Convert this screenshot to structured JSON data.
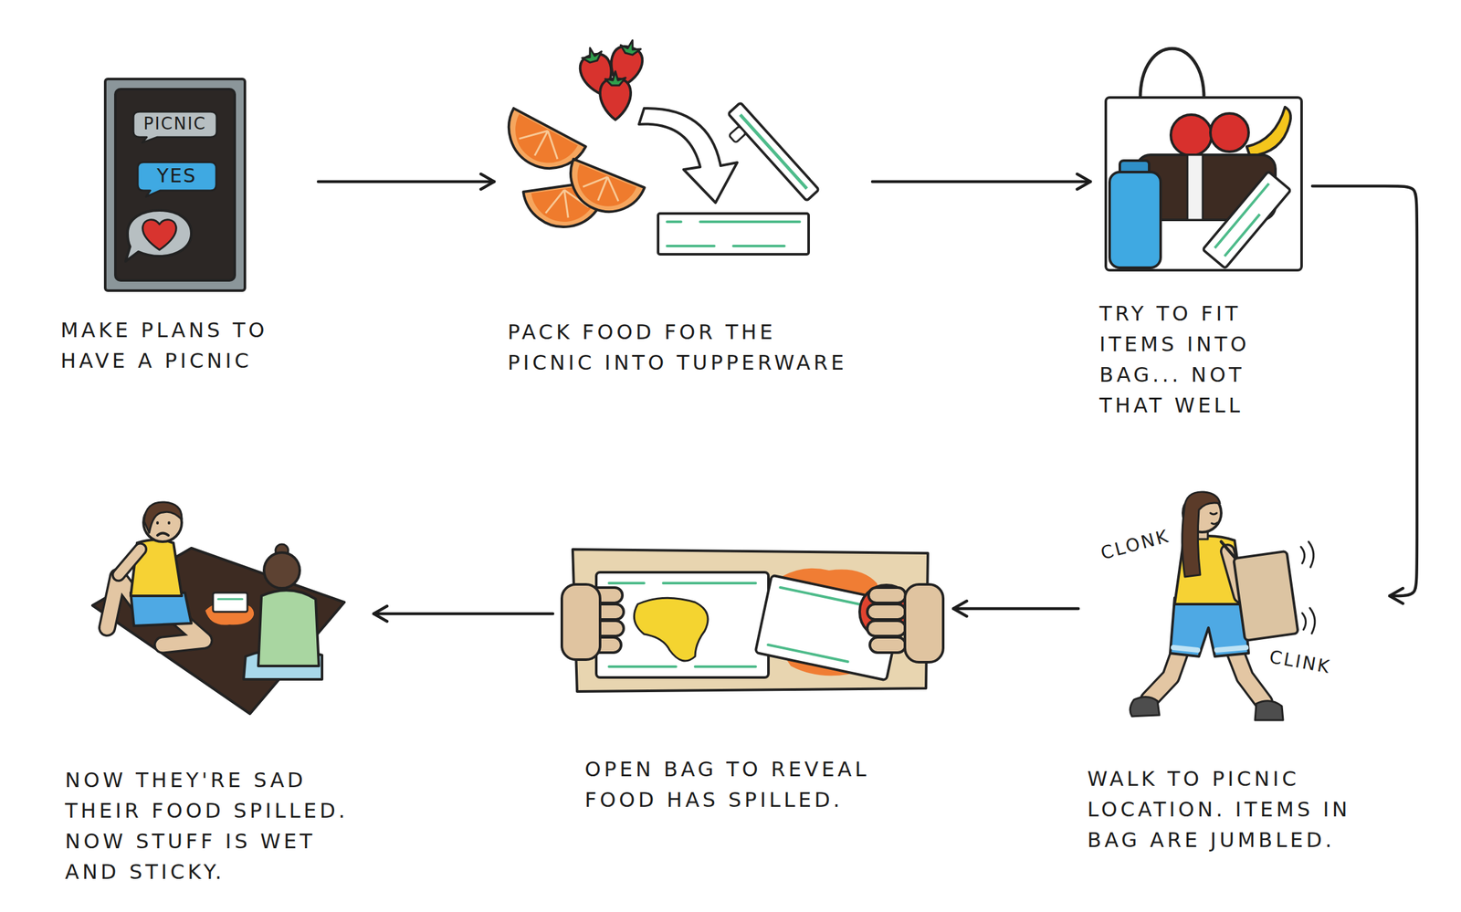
{
  "diagram": {
    "nodes": [
      {
        "text": [
          "MAKE PLANS TO HAVE A PICNIC"
        ]
      },
      {
        "text": [
          "PICNIC"
        ],
        "in": 0
      },
      {
        "text": [
          "YES"
        ],
        "in": 0
      },
      {
        "text": [
          "PACK FOOD FOR THE PICNIC INTO TUPPERWARE"
        ]
      },
      {
        "text": [
          "TRY TO FIT ITEMS INTO BAG... NOT THAT WELL"
        ]
      },
      {
        "text": [
          "WALK TO PICNIC LOCATION. ITEMS IN BAG ARE JUMBLED."
        ]
      },
      {
        "text": [
          "OPEN BAG TO REVEAL FOOD HAS SPILLED."
        ]
      },
      {
        "text": [
          "NOW THEY'RE SAD THEIR FOOD SPILLED. NOW STUFF IS WET AND STICKY."
        ]
      }
    ],
    "edges": [
      {
        "from": 0,
        "to": 3,
        "arrow": "to"
      },
      {
        "from": 3,
        "to": 4,
        "arrow": "to"
      },
      {
        "from": 4,
        "to": 5,
        "arrow": "to"
      },
      {
        "from": 5,
        "to": 6,
        "arrow": "to"
      },
      {
        "from": 6,
        "to": 7,
        "arrow": "to"
      }
    ],
    "labels": [
      "CLONK",
      "CLINK"
    ]
  }
}
